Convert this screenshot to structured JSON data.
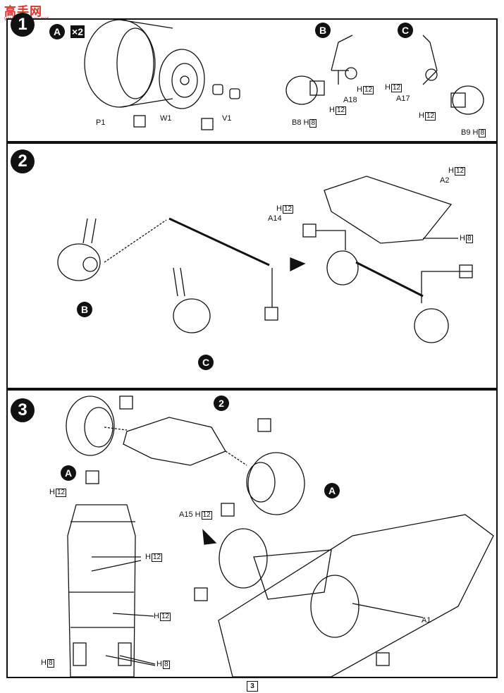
{
  "watermark": {
    "main": "高手网",
    "sub": "www.gaoshou.net"
  },
  "step1": {
    "number": "1",
    "subA": "A",
    "subB": "B",
    "subC": "C",
    "multiplier": "×2",
    "parts": {
      "p1": "P1",
      "w1": "W1",
      "v1": "V1",
      "b8": "B8",
      "a18": "A18",
      "a17": "A17",
      "b9": "B9"
    },
    "h": "H",
    "h12": "12",
    "h8": "8"
  },
  "step2": {
    "number": "2",
    "a14": "A14",
    "a2": "A2",
    "subB": "B",
    "subC": "C",
    "h": "H",
    "h12": "12",
    "h8": "8"
  },
  "step3": {
    "number": "3",
    "sub2": "2",
    "subA": "A",
    "a15": "A15",
    "a1": "A1",
    "h": "H",
    "h12": "12",
    "h8": "8"
  },
  "page_number": "3"
}
